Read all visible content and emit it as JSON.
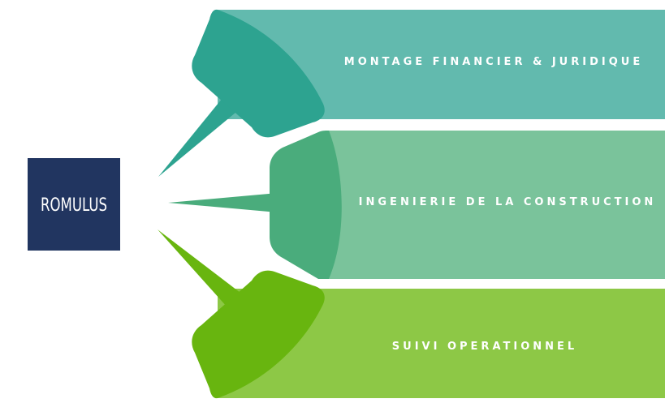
{
  "logo": {
    "text": "ROMULUS",
    "background_color": "#213560"
  },
  "branches": [
    {
      "label": "MONTAGE FINANCIER & JURIDIQUE",
      "band_color": "#62BAAE",
      "shape_color": "#2DA390"
    },
    {
      "label": "INGENIERIE DE LA CONSTRUCTION",
      "band_color": "#7AC39B",
      "shape_color": "#4AAC7C"
    },
    {
      "label": "SUIVI OPERATIONNEL",
      "band_color": "#8DC846",
      "shape_color": "#68B50F"
    }
  ]
}
